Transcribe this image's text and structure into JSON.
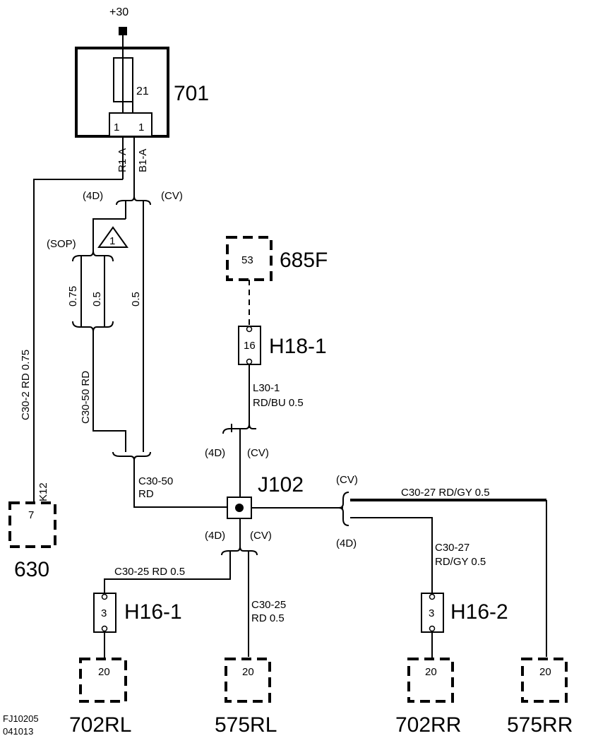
{
  "supply": {
    "label": "+30"
  },
  "fuse_box": {
    "id": "701",
    "fuse": "21",
    "pin_left": "1",
    "pin_right": "1",
    "wire_r": "R1-A",
    "wire_b": "B1-A"
  },
  "splices": {
    "top_left": "(4D)",
    "top_right": "(CV)",
    "sop": "(SOP)",
    "note": "1",
    "mid_left": "(4D)",
    "mid_right": "(CV)",
    "right_top": "(CV)",
    "right_bottom": "(4D)",
    "low_left": "(4D)",
    "low_right": "(CV)"
  },
  "wires": {
    "w075": "0.75",
    "w05a": "0.5",
    "w05b": "0.5",
    "c30_2": "C30-2  RD  0.75",
    "c30_50_v": "C30-50  RD",
    "c30_50_h1": "C30-50",
    "c30_50_h2": "RD",
    "l30_1a": "L30-1",
    "l30_1b": "RD/BU  0.5",
    "c30_27a": "C30-27  RD/GY  0.5",
    "c30_27b1": "C30-27",
    "c30_27b2": "RD/GY  0.5",
    "c30_25a": "C30-25  RD  0.5",
    "c30_25b1": "C30-25",
    "c30_25b2": "RD    0.5",
    "k12": "K12"
  },
  "components": {
    "c685F": {
      "id": "685F",
      "pin": "53"
    },
    "h18_1": {
      "id": "H18-1",
      "pin": "16"
    },
    "j102": {
      "id": "J102"
    },
    "c630": {
      "id": "630",
      "pin": "7"
    },
    "h16_1": {
      "id": "H16-1",
      "pin": "3"
    },
    "h16_2": {
      "id": "H16-2",
      "pin": "3"
    },
    "c702RL": {
      "id": "702RL",
      "pin": "20"
    },
    "c575RL": {
      "id": "575RL",
      "pin": "20"
    },
    "c702RR": {
      "id": "702RR",
      "pin": "20"
    },
    "c575RR": {
      "id": "575RR",
      "pin": "20"
    }
  },
  "footer": {
    "code1": "FJ10205",
    "code2": "041013"
  }
}
